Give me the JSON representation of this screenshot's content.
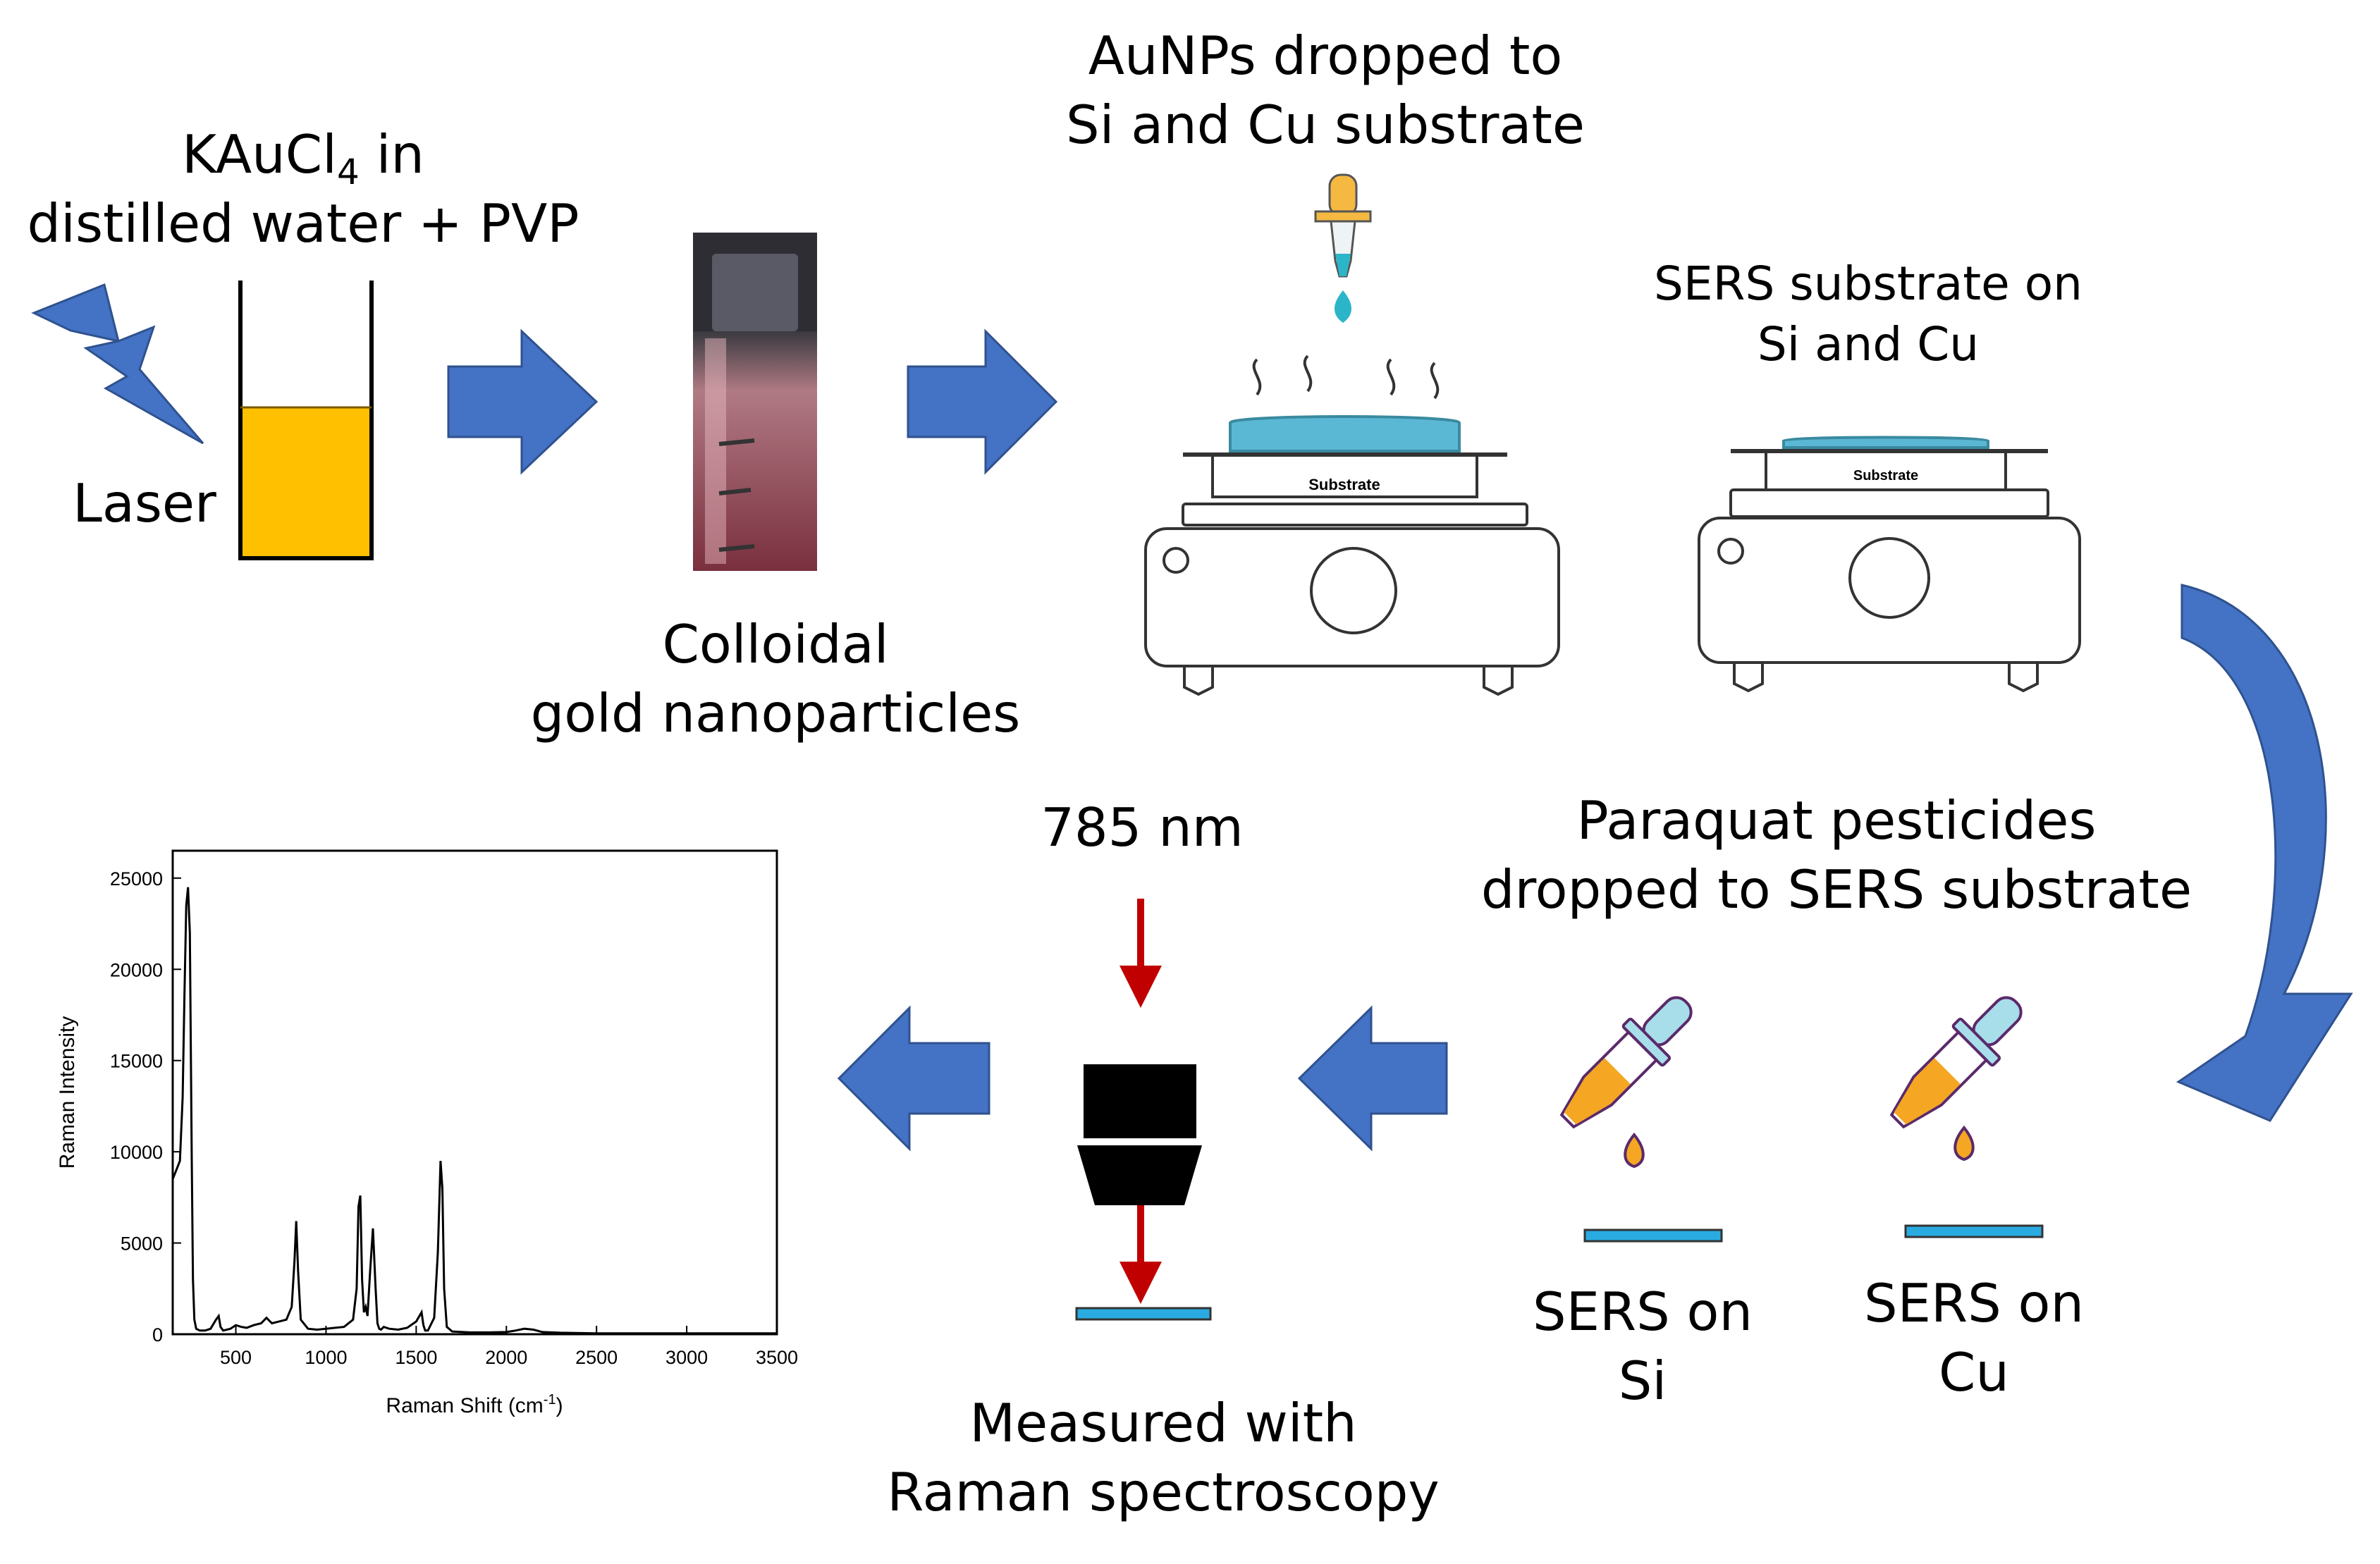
{
  "labels": {
    "kaucl4_line1_main": "KAuCl",
    "kaucl4_line1_sub": "4",
    "kaucl4_line1_tail": " in",
    "kaucl4_line2": "distilled water + PVP",
    "laser": "Laser",
    "colloidal_line1": "Colloidal",
    "colloidal_line2": "gold nanoparticles",
    "aunps_line1": "AuNPs dropped to",
    "aunps_line2": "Si and Cu substrate",
    "sers_substrate_line1": "SERS substrate on",
    "sers_substrate_line2": "Si and Cu",
    "substrate_plate": "Substrate",
    "paraquat_line1": "Paraquat pesticides",
    "paraquat_line2": "dropped to SERS substrate",
    "sers_si_line1": "SERS on",
    "sers_si_line2": "Si",
    "sers_cu_line1": "SERS on",
    "sers_cu_line2": "Cu",
    "wavelength": "785 nm",
    "measured_line1": "Measured with",
    "measured_line2": "Raman spectroscopy"
  },
  "colors": {
    "arrow_blue": "#4472C4",
    "solution_gold": "#FFC000",
    "droplet_blue": "#5BB8D4",
    "substrate_cyan": "#29ABE2",
    "pesticide_orange": "#F5A623",
    "laser_red": "#C00000",
    "colloid_red": "#8E3B4A"
  },
  "icons": [
    "lightning-icon",
    "beaker-icon",
    "cuvette-icon",
    "dropper-icon",
    "hotplate-icon",
    "objective-icon"
  ],
  "chart_data": {
    "type": "line",
    "xlabel_main": "Raman Shift (cm",
    "xlabel_sup": "-1",
    "xlabel_tail": ")",
    "ylabel": "Raman Intensity",
    "xlim": [
      150,
      3500
    ],
    "ylim": [
      0,
      26500
    ],
    "xticks": [
      500,
      1000,
      1500,
      2000,
      2500,
      3000,
      3500
    ],
    "yticks": [
      0,
      5000,
      10000,
      15000,
      20000,
      25000
    ],
    "series": [
      {
        "x": [
          150,
          190,
          205,
          215,
          225,
          235,
          245,
          255,
          262,
          270,
          280,
          300,
          330,
          360,
          390,
          405,
          415,
          430,
          470,
          500,
          530,
          560,
          600,
          640,
          670,
          700,
          740,
          780,
          810,
          825,
          835,
          845,
          860,
          900,
          950,
          1000,
          1050,
          1100,
          1150,
          1170,
          1180,
          1190,
          1200,
          1210,
          1220,
          1230,
          1245,
          1260,
          1275,
          1285,
          1295,
          1305,
          1320,
          1350,
          1400,
          1450,
          1500,
          1530,
          1540,
          1550,
          1565,
          1600,
          1620,
          1635,
          1645,
          1655,
          1670,
          1700,
          1800,
          1900,
          2000,
          2050,
          2100,
          2150,
          2200,
          2300,
          2500,
          3000,
          3500
        ],
        "y": [
          8500,
          9500,
          13000,
          18500,
          23500,
          24500,
          22000,
          10000,
          3000,
          800,
          300,
          200,
          200,
          300,
          800,
          1000,
          400,
          200,
          300,
          500,
          400,
          350,
          500,
          600,
          900,
          600,
          700,
          800,
          1500,
          4000,
          6200,
          3500,
          800,
          300,
          250,
          300,
          350,
          400,
          800,
          2500,
          7000,
          7600,
          3000,
          1200,
          1500,
          1000,
          3500,
          5800,
          2500,
          600,
          300,
          250,
          400,
          300,
          250,
          350,
          700,
          1200,
          500,
          200,
          200,
          900,
          4500,
          9500,
          8000,
          2500,
          400,
          150,
          100,
          100,
          120,
          200,
          300,
          250,
          120,
          80,
          50,
          50,
          50
        ]
      }
    ]
  }
}
